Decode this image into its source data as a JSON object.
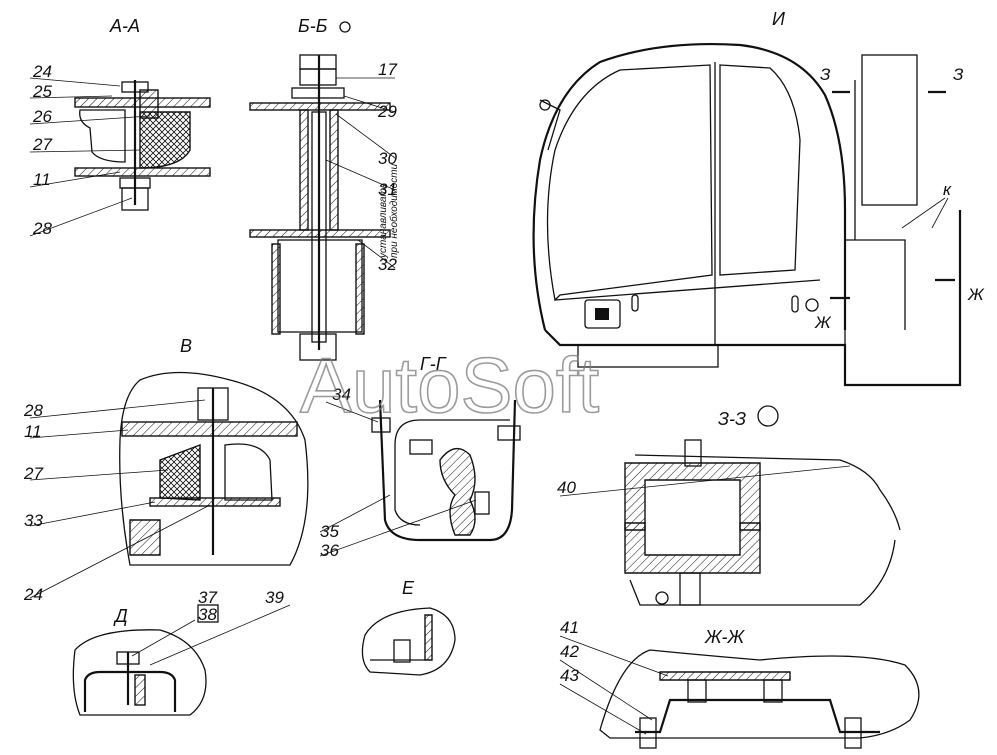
{
  "watermark": "AutoSoft",
  "sections": {
    "aa": "А-А",
    "bb": "Б-Б",
    "i": "И",
    "v": "В",
    "gg": "Г-Г",
    "zz": "З-З",
    "d": "Д",
    "e": "Е",
    "zhzh": "Ж-Ж"
  },
  "markers": {
    "z_left": "З",
    "z_right": "З",
    "zh_left": "Ж",
    "zh_right": "Ж",
    "k": "к"
  },
  "note": {
    "line1": "устанавливать",
    "line2": "при необходимости"
  },
  "callouts": {
    "n24": "24",
    "n25": "25",
    "n26": "26",
    "n27": "27",
    "n11": "11",
    "n28": "28",
    "n17": "17",
    "n29": "29",
    "n30": "30",
    "n31": "31",
    "n32": "32",
    "v28": "28",
    "v11": "11",
    "v27": "27",
    "v33": "33",
    "v24": "24",
    "n34": "34",
    "n35": "35",
    "n36": "36",
    "n40": "40",
    "n37": "37",
    "n38": "38",
    "n39": "39",
    "n41": "41",
    "n42": "42",
    "n43": "43"
  }
}
